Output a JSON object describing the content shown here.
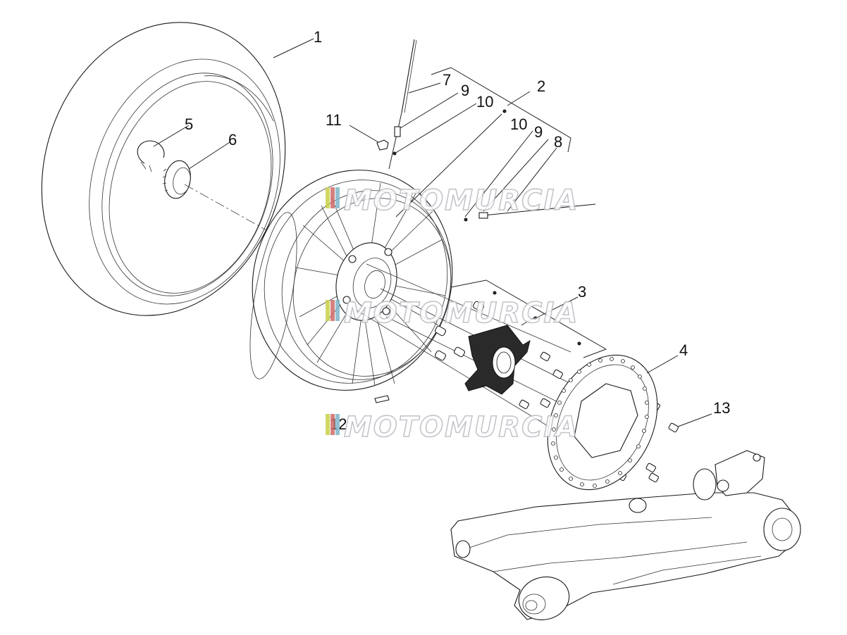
{
  "diagram": {
    "watermark": "MOTOMURCIA",
    "callouts": [
      "1",
      "2",
      "3",
      "4",
      "5",
      "6",
      "7",
      "8",
      "9",
      "9",
      "10",
      "10",
      "11",
      "12",
      "13"
    ]
  }
}
